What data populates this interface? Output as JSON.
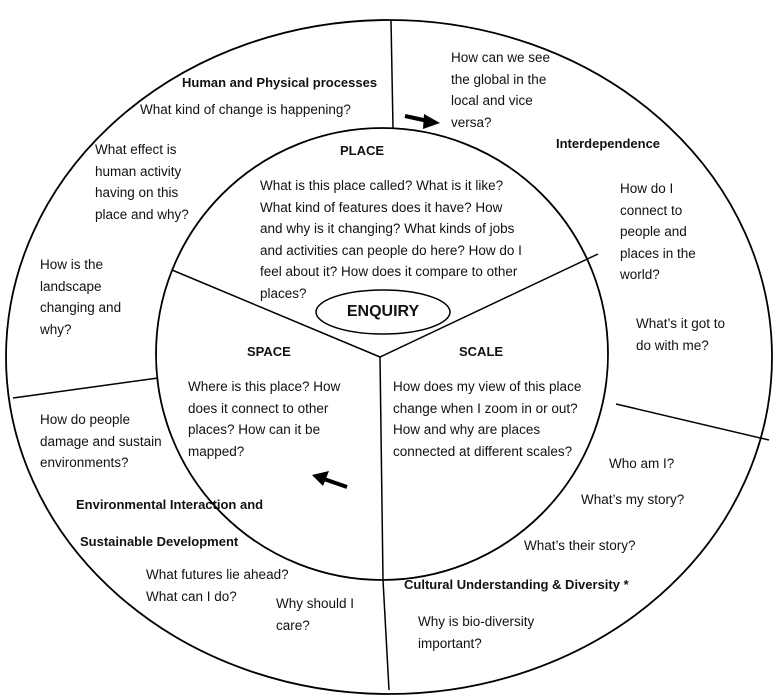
{
  "center": {
    "label": "ENQUIRY"
  },
  "inner": {
    "place": {
      "title": "PLACE",
      "text": "What is this place called? What is it like?\nWhat kind of features does it have? How\nand why is it changing? What kinds of jobs\nand activities can people do here? How do I\nfeel about it? How does it compare to other\nplaces?"
    },
    "space": {
      "title": "SPACE",
      "text": "Where is this place? How\ndoes it connect to other\nplaces? How can it be\nmapped?"
    },
    "scale": {
      "title": "SCALE",
      "text": "How does my view of this place\nchange when I zoom in or out?\nHow and why are places\nconnected at different scales?"
    }
  },
  "outer": {
    "human_physical": {
      "title": "Human and Physical processes",
      "q1": "What kind of change is happening?",
      "q2": "What effect is\nhuman activity\nhaving on this\nplace and why?",
      "q3": "How is the\nlandscape\nchanging and\nwhy?"
    },
    "interdependence": {
      "title": "Interdependence",
      "q1": "How can we see\nthe global in the\nlocal and vice\nversa?",
      "q2": "How do I\nconnect to\npeople and\nplaces in the\nworld?",
      "q3": "What’s it got to\ndo with me?"
    },
    "environmental": {
      "title1": "Environmental Interaction and",
      "title2": "Sustainable Development",
      "q1": "How do people\ndamage and sustain\nenvironments?",
      "q2": "What futures lie ahead?\nWhat can I do?",
      "q3": "Why should I\ncare?"
    },
    "cultural": {
      "title": "Cultural Understanding & Diversity *",
      "q1": "Who am I?",
      "q2": "What’s my story?",
      "q3": "What’s their story?",
      "q4": "Why is bio-diversity\nimportant?"
    }
  }
}
